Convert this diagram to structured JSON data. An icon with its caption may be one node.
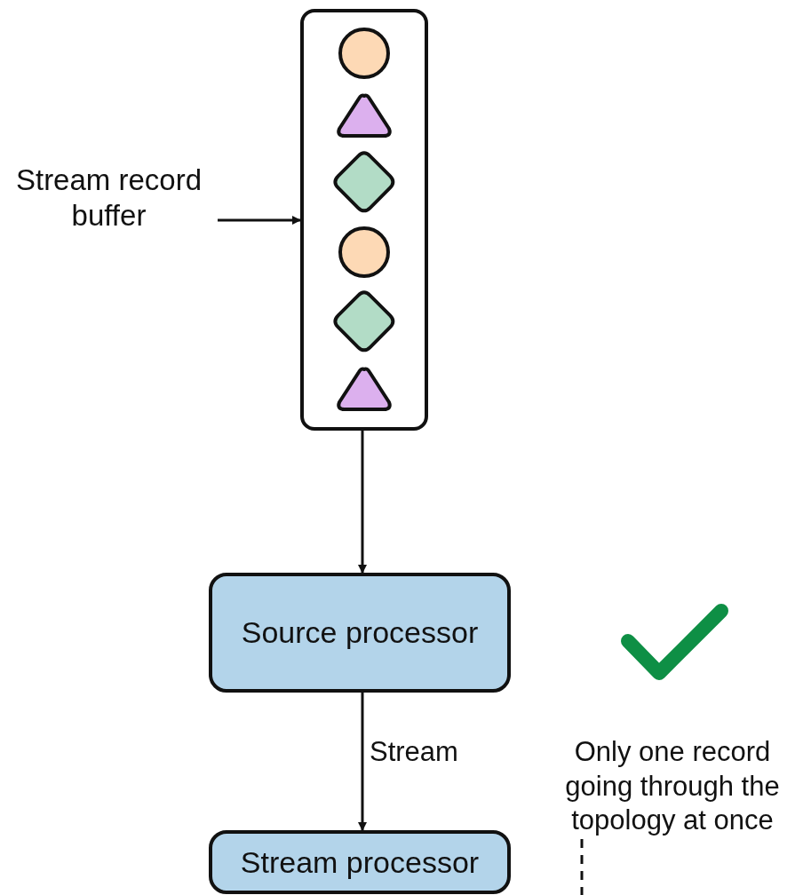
{
  "diagram": {
    "nodes": [
      {
        "text": [],
        "shape": "box"
      },
      {
        "text": [],
        "shape": "circle",
        "in": 0
      },
      {
        "text": [],
        "shape": "triangle",
        "in": 0
      },
      {
        "text": [],
        "shape": "diamond",
        "in": 0
      },
      {
        "text": [],
        "shape": "circle",
        "in": 0
      },
      {
        "text": [],
        "shape": "diamond",
        "in": 0
      },
      {
        "text": [],
        "shape": "triangle",
        "in": 0
      },
      {
        "text": [
          "Stream record buffer"
        ]
      },
      {
        "text": [
          "Source processor"
        ]
      },
      {
        "text": [
          "Stream processor"
        ]
      },
      {
        "text": [
          "Only one record going through the topology at once"
        ]
      }
    ],
    "edges": [
      {
        "from": 7,
        "to": 0,
        "arrow": "to"
      },
      {
        "from": 0,
        "to": 8,
        "arrow": "to"
      },
      {
        "from": 8,
        "to": 9,
        "arrow": "to",
        "label": "Stream"
      },
      {
        "from": 10,
        "to": null,
        "arrow": "none",
        "style": "dashed"
      }
    ]
  }
}
